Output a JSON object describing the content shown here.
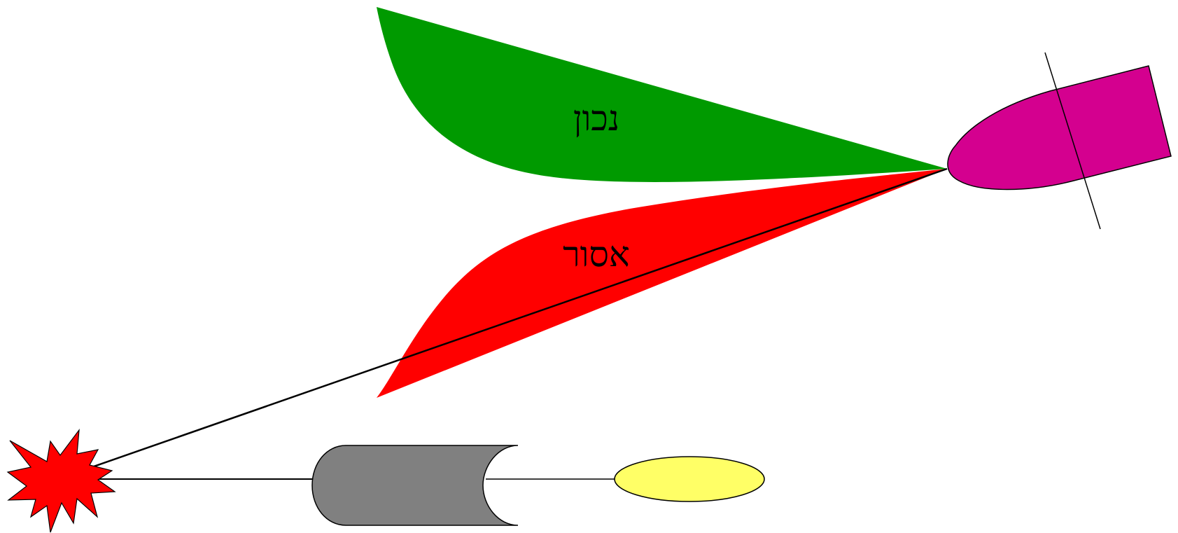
{
  "labels": {
    "correct": "נכון",
    "forbidden": "אסור"
  },
  "colors": {
    "correct_region": "#009a00",
    "forbidden_region": "#ff0000",
    "boat": "#d4008f",
    "explosion": "#ff0000",
    "cylinder": "#808080",
    "ellipse": "#ffff66",
    "lines": "#000000"
  },
  "icons": {
    "boat": "boat-shape",
    "explosion": "explosion-star",
    "cylinder": "cylinder-shape",
    "ellipse": "ellipse-shape"
  }
}
